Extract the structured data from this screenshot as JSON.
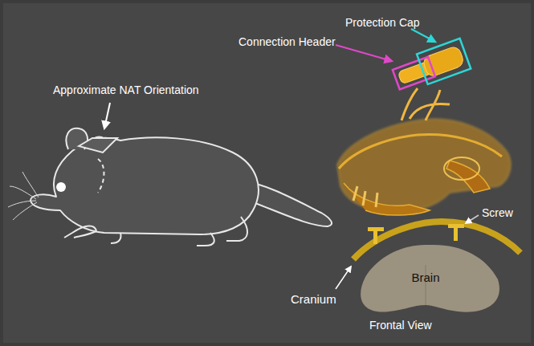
{
  "diagram": {
    "nodes": [
      {
        "text": [
          "Brain"
        ]
      }
    ],
    "labels": [
      "Approximate NAT Orientation",
      "Protection Cap",
      "Connection Header",
      "Screw",
      "Cranium",
      "Frontal View"
    ]
  }
}
